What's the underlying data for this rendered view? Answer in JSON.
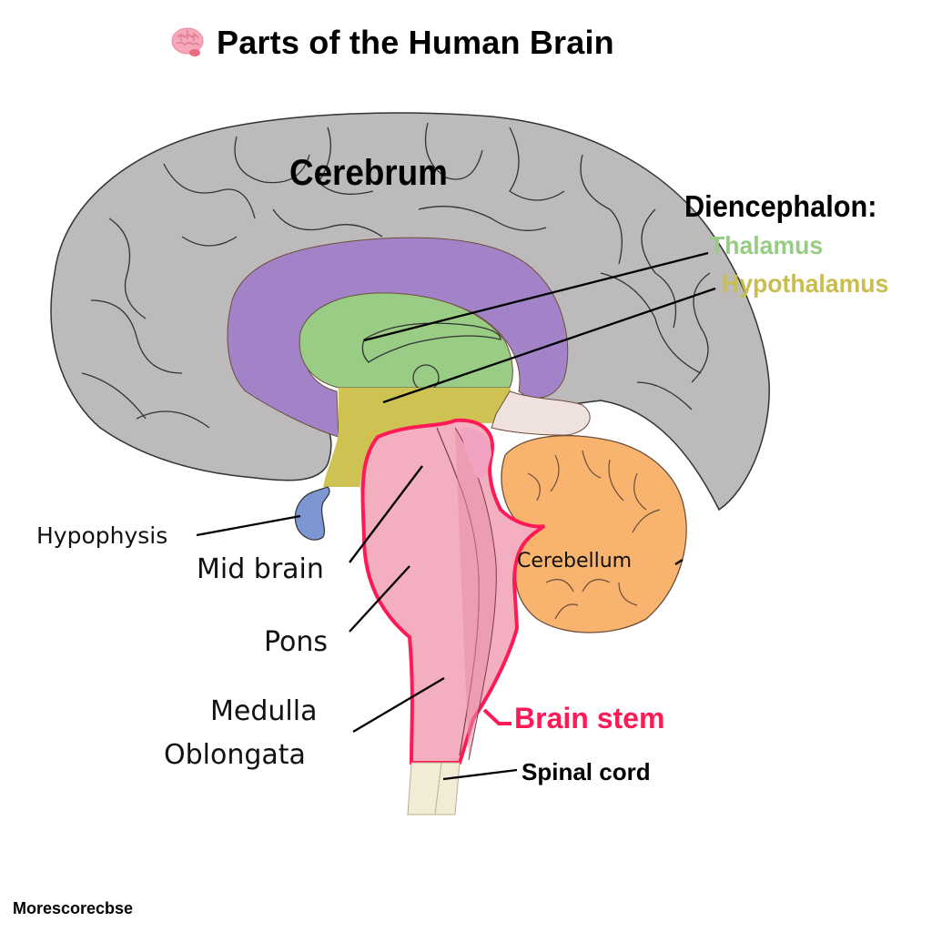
{
  "title": {
    "text": "Parts of the Human Brain",
    "icon": "brain-emoji-icon"
  },
  "labels": {
    "cerebrum": "Cerebrum",
    "diencephalon": "Diencephalon:",
    "thalamus": "Thalamus",
    "hypothalamus": "Hypothalamus",
    "hypophysis": "Hypophysis",
    "mid_brain": "Mid brain",
    "pons": "Pons",
    "medulla_line1": "Medulla",
    "medulla_line2": "Oblongata",
    "cerebellum": "Cerebellum",
    "brain_stem": "Brain stem",
    "spinal_cord": "Spinal cord"
  },
  "colors": {
    "cerebrum": "#bcbaba",
    "corpus_callosum": "#a283c8",
    "thalamus": "#99cc85",
    "hypothalamus": "#cdc252",
    "hypophysis": "#7b96d0",
    "brain_stem_fill": "#f3aebf",
    "brain_stem_outline": "#ff1a55",
    "cerebellum": "#f8b36f",
    "spinal_cord": "#f2ecd6"
  },
  "footer": {
    "text": "Morescorecbse"
  }
}
